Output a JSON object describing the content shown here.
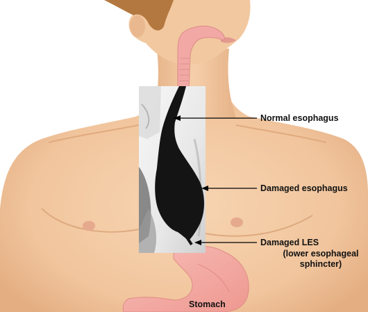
{
  "labels": {
    "normal_esophagus": "Normal esophagus",
    "damaged_esophagus": "Damaged esophagus",
    "damaged_les": "Damaged LES",
    "les_full_name_line1": "(lower esophageal",
    "les_full_name_line2": "sphincter)",
    "stomach": "Stomach"
  },
  "colors": {
    "skin": "#f3cba4",
    "skin_shadow": "#e2ad82",
    "hair": "#b3783f",
    "esophagus": "#f2a9a6",
    "stomach": "#f4a9a3",
    "xray_bg": "#f2f2f2",
    "barium": "#141414",
    "text": "#111111"
  },
  "icons": {
    "figure": "human-torso-illustration",
    "xray": "barium-swallow-xray-image"
  }
}
